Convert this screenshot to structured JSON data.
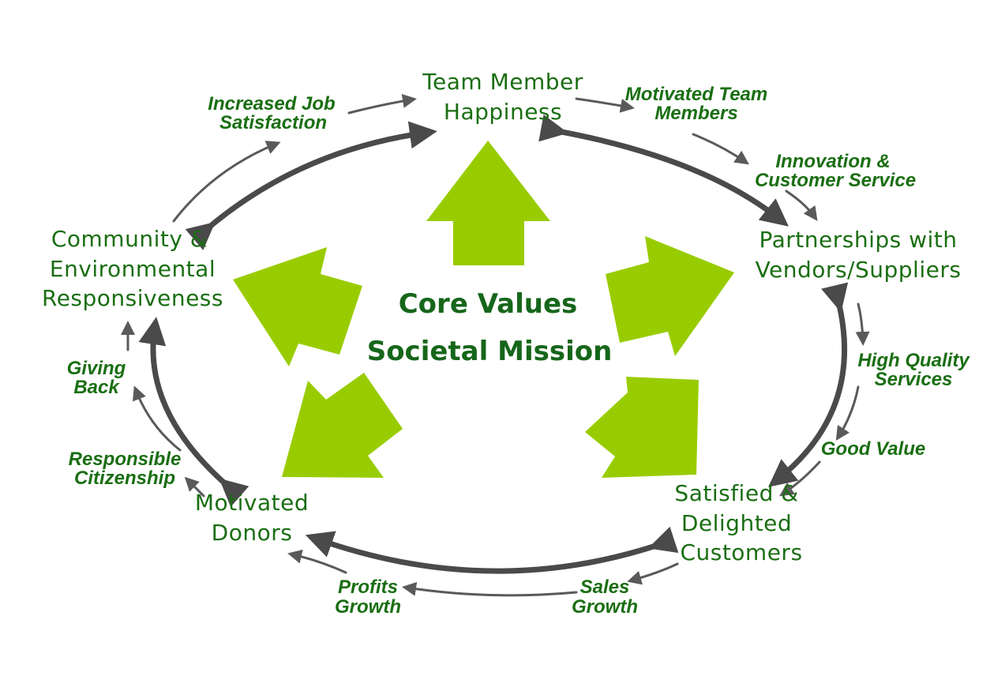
{
  "diagram": {
    "center": {
      "line1": "Core Values",
      "line2": "Societal Mission"
    },
    "nodes": {
      "team": [
        "Team Member",
        "Happiness"
      ],
      "partners": [
        "Partnerships with",
        "Vendors/Suppliers"
      ],
      "customers": [
        "Satisfied &",
        "Delighted",
        "Customers"
      ],
      "donors": [
        "Motivated",
        "Donors"
      ],
      "community": [
        "Community &",
        "Environmental",
        "Responsiveness"
      ]
    },
    "edge_labels": {
      "job_satisfaction": [
        "Increased Job",
        "Satisfaction"
      ],
      "motivated_team": [
        "Motivated Team",
        "Members"
      ],
      "innovation": [
        "Innovation &",
        "Customer Service"
      ],
      "high_quality": [
        "High Quality",
        "Services"
      ],
      "good_value": [
        "Good Value"
      ],
      "sales_growth": [
        "Sales",
        "Growth"
      ],
      "profits_growth": [
        "Profits",
        "Growth"
      ],
      "responsible": [
        "Responsible",
        "Citizenship"
      ],
      "giving_back": [
        "Giving",
        "Back"
      ]
    },
    "colors": {
      "text_green": "#1a6e12",
      "arrow_green": "#99cc00",
      "connector_gray": "#4a4a4a"
    }
  }
}
